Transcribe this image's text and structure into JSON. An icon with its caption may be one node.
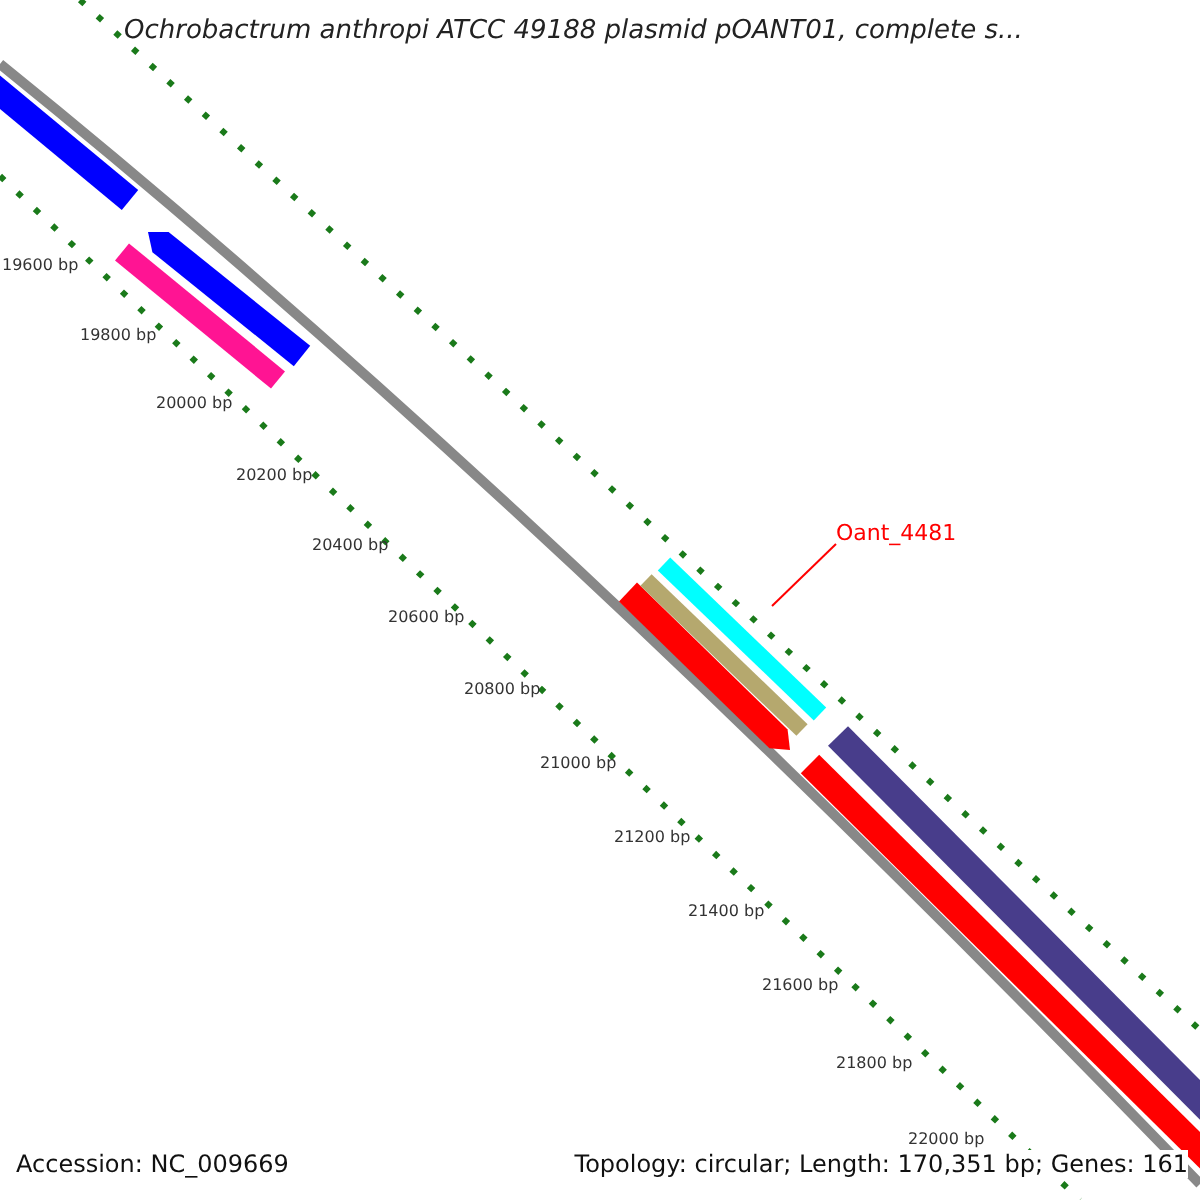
{
  "diagram": {
    "title": "Ochrobactrum anthropi ATCC 49188 plasmid pOANT01, complete s...",
    "nodes": [
      {
        "text": [
          "Oant_4481"
        ]
      },
      {
        "text": [],
        "shape": "bar"
      }
    ],
    "edges": [
      {
        "from": 0,
        "to": 1,
        "arrow": "none"
      }
    ],
    "labels": [
      "19600 bp",
      "19800 bp",
      "20000 bp",
      "20200 bp",
      "20400 bp",
      "20600 bp",
      "20800 bp",
      "21000 bp",
      "21200 bp",
      "21400 bp",
      "21600 bp",
      "21800 bp",
      "22000 bp",
      "Accession: NC_009669",
      "Topology: circular; Length: 170,351 bp; Genes: 161"
    ]
  }
}
